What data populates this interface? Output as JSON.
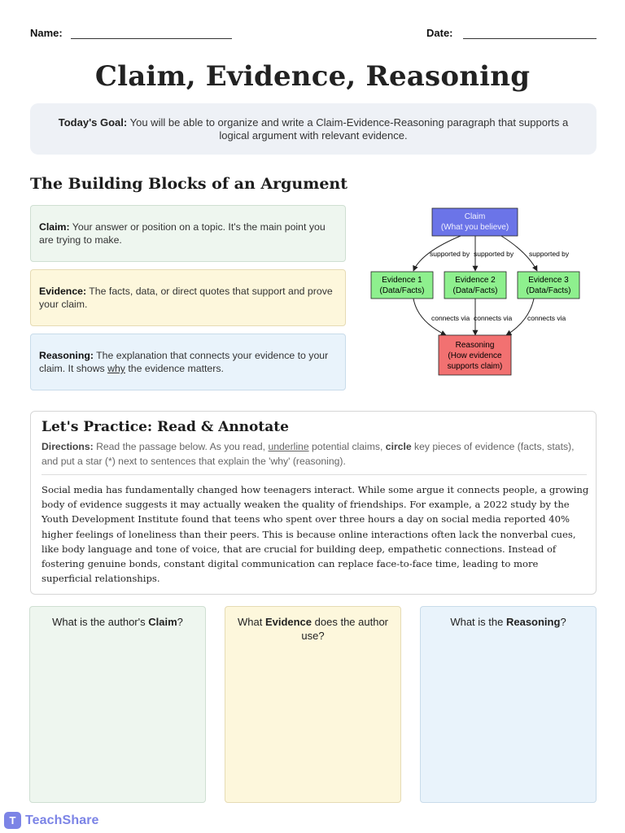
{
  "header": {
    "name_label": "Name:",
    "date_label": "Date:"
  },
  "title": "Claim, Evidence, Reasoning",
  "goal": {
    "label": "Today's Goal:",
    "text": "You will be able to organize and write a Claim-Evidence-Reasoning paragraph that supports a logical argument with relevant evidence."
  },
  "building_blocks": {
    "heading": "The Building Blocks of an Argument",
    "claim": {
      "label": "Claim:",
      "text": "Your answer or position on a topic. It's the main point you are trying to make."
    },
    "evidence": {
      "label": "Evidence:",
      "text": "The facts, data, or direct quotes that support and prove your claim."
    },
    "reasoning": {
      "label": "Reasoning:",
      "text_before": "The explanation that connects your evidence to your claim. It shows",
      "text_underlined": "why",
      "text_after": "the evidence matters."
    }
  },
  "diagram": {
    "colors": {
      "claim_fill": "#6b74e8",
      "evidence_fill": "#8ef08e",
      "reasoning_fill": "#f27171"
    },
    "claim": {
      "line1": "Claim",
      "line2": "(What you believe)"
    },
    "evidence": [
      {
        "line1": "Evidence 1",
        "line2": "(Data/Facts)"
      },
      {
        "line1": "Evidence 2",
        "line2": "(Data/Facts)"
      },
      {
        "line1": "Evidence 3",
        "line2": "(Data/Facts)"
      }
    ],
    "reasoning": {
      "line1": "Reasoning",
      "line2": "(How evidence",
      "line3": "supports claim)"
    },
    "edge_support": [
      "supported by",
      "supported by",
      "supported by"
    ],
    "edge_connect": [
      "connects via",
      "connects via",
      "connects via"
    ]
  },
  "practice": {
    "title": "Let's Practice: Read & Annotate",
    "directions": {
      "label": "Directions:",
      "t1": "Read the passage below. As you read,",
      "underline_word": "underline",
      "t2": "potential claims,",
      "circle_word": "circle",
      "t3": "key pieces of evidence (facts, stats), and put a star (*) next to sentences that explain the 'why' (reasoning)."
    },
    "passage": "Social media has fundamentally changed how teenagers interact. While some argue it connects people, a growing body of evidence suggests it may actually weaken the quality of friendships. For example, a 2022 study by the Youth Development Institute found that teens who spent over three hours a day on social media reported 40% higher feelings of loneliness than their peers. This is because online interactions often lack the nonverbal cues, like body language and tone of voice, that are crucial for building deep, empathetic connections. Instead of fostering genuine bonds, constant digital communication can replace face-to-face time, leading to more superficial relationships."
  },
  "questions": {
    "claim": {
      "before": "What is the author's",
      "bold": "Claim",
      "after": "?"
    },
    "evidence": {
      "before": "What",
      "bold": "Evidence",
      "after": "does the author use?"
    },
    "reasoning": {
      "before": "What is the",
      "bold": "Reasoning",
      "after": "?"
    }
  },
  "brand": {
    "logo_letter": "T",
    "name": "TeachShare"
  }
}
